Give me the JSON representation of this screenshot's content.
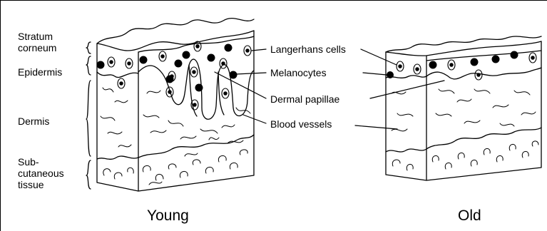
{
  "labels": {
    "stratum_corneum": "Stratum\ncorneum",
    "epidermis": "Epidermis",
    "dermis": "Dermis",
    "subcutaneous": "Sub-\ncutaneous\ntissue",
    "langerhans": "Langerhans cells",
    "melanocytes": "Melanocytes",
    "dermal_papillae": "Dermal papillae",
    "blood_vessels": "Blood vessels"
  },
  "captions": {
    "young": "Young",
    "old": "Old"
  }
}
